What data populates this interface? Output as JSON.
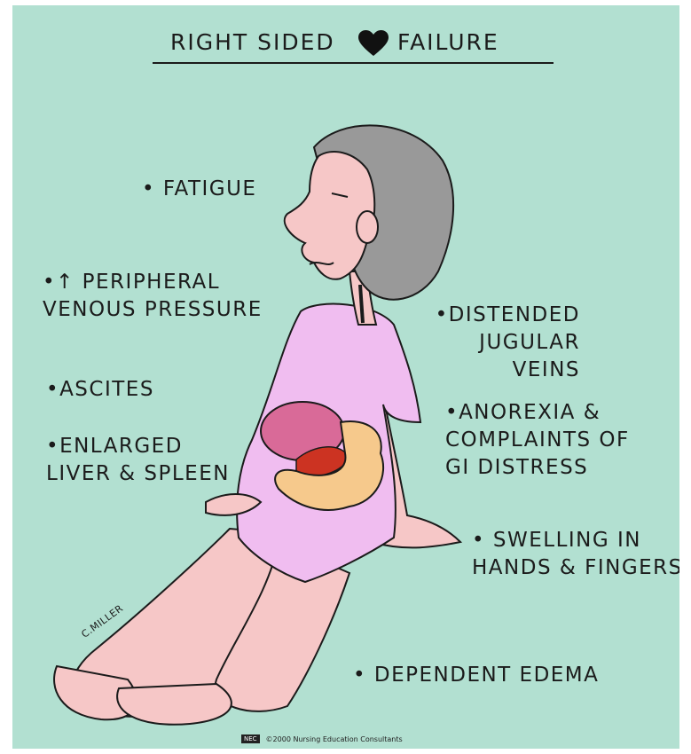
{
  "title": {
    "left": "RIGHT SIDED",
    "right": "FAILURE",
    "symbol": "heart-icon"
  },
  "symptoms": {
    "fatigue": "• FATIGUE",
    "peripheral_venous_pressure": "•↑ PERIPHERAL\nVENOUS PRESSURE",
    "distended_jugular_veins": "•DISTENDED\nJUGULAR\nVEINS",
    "ascites": "•ASCITES",
    "anorexia": "•ANOREXIA &\nCOMPLAINTS OF\nGI DISTRESS",
    "enlarged_liver_spleen": "•ENLARGED\nLIVER & SPLEEN",
    "swelling": "• SWELLING IN\nHANDS & FINGERS",
    "dependent_edema": "• DEPENDENT EDEMA"
  },
  "signature": "C.MILLER",
  "footer": {
    "logo": "NEC",
    "copyright": "©2000 Nursing Education Consultants"
  },
  "colors": {
    "background": "#b2e0d1",
    "skin": "#f6c7c7",
    "hair": "#999999",
    "dress": "#f0bdf0",
    "liver": "#d96a98",
    "intestine": "#f6c98c",
    "spleen": "#cc3322"
  }
}
